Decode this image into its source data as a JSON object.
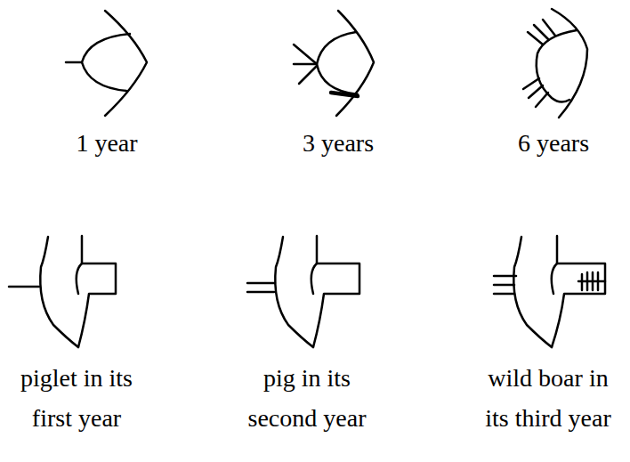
{
  "diagram": {
    "labels": [
      "1 year",
      "3 years",
      "6 years",
      "piglet in its first year",
      "pig in its second year",
      "wild boar in its third year"
    ]
  }
}
